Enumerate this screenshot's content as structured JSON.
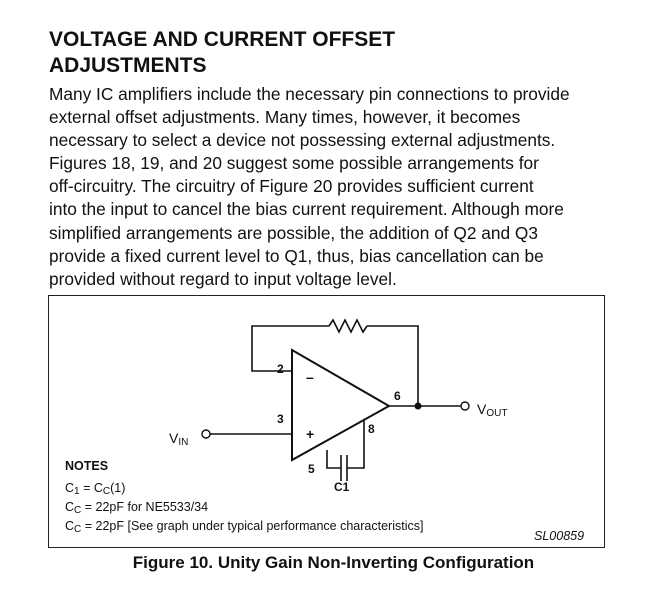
{
  "heading": {
    "line1": "VOLTAGE AND CURRENT OFFSET",
    "line2": "ADJUSTMENTS"
  },
  "body": {
    "lines": [
      "Many IC amplifiers include the necessary pin connections to provide",
      "external offset adjustments. Many times, however, it becomes",
      "necessary to select a device not possessing external adjustments.",
      "Figures  18,  19, and  20 suggest some possible arrangements for",
      "off-circuitry.  The circuitry of Figure  20 provides sufficient current",
      "into the input to cancel the bias current requirement.  Although more",
      "simplified arrangements are possible, the addition of Q2 and Q3",
      "provide a fixed current level to Q1, thus, bias cancellation can be",
      "provided without regard to input voltage level."
    ]
  },
  "figure": {
    "pins": {
      "p2": "2",
      "p3": "3",
      "p5": "5",
      "p6": "6",
      "p8": "8"
    },
    "signs": {
      "minus": "–",
      "plus": "+"
    },
    "vin": {
      "main": "V",
      "sub": "IN"
    },
    "vout": {
      "main": "V",
      "sub": "OUT"
    },
    "cap_label": "C1",
    "notes": {
      "title": "NOTES",
      "l1": {
        "a": "C",
        "a_sub": "1",
        "b": " = C",
        "b_sub": "C",
        "c": "(1)"
      },
      "l2": {
        "a": "C",
        "a_sub": "C",
        "b": " = 22pF for NE5533/34"
      },
      "l3": {
        "a": "C",
        "a_sub": "C",
        "b": " = 22pF [See graph under typical performance characteristics]"
      }
    },
    "code": "SL00859",
    "caption": "Figure  10.  Unity Gain Non-Inverting Configuration"
  }
}
